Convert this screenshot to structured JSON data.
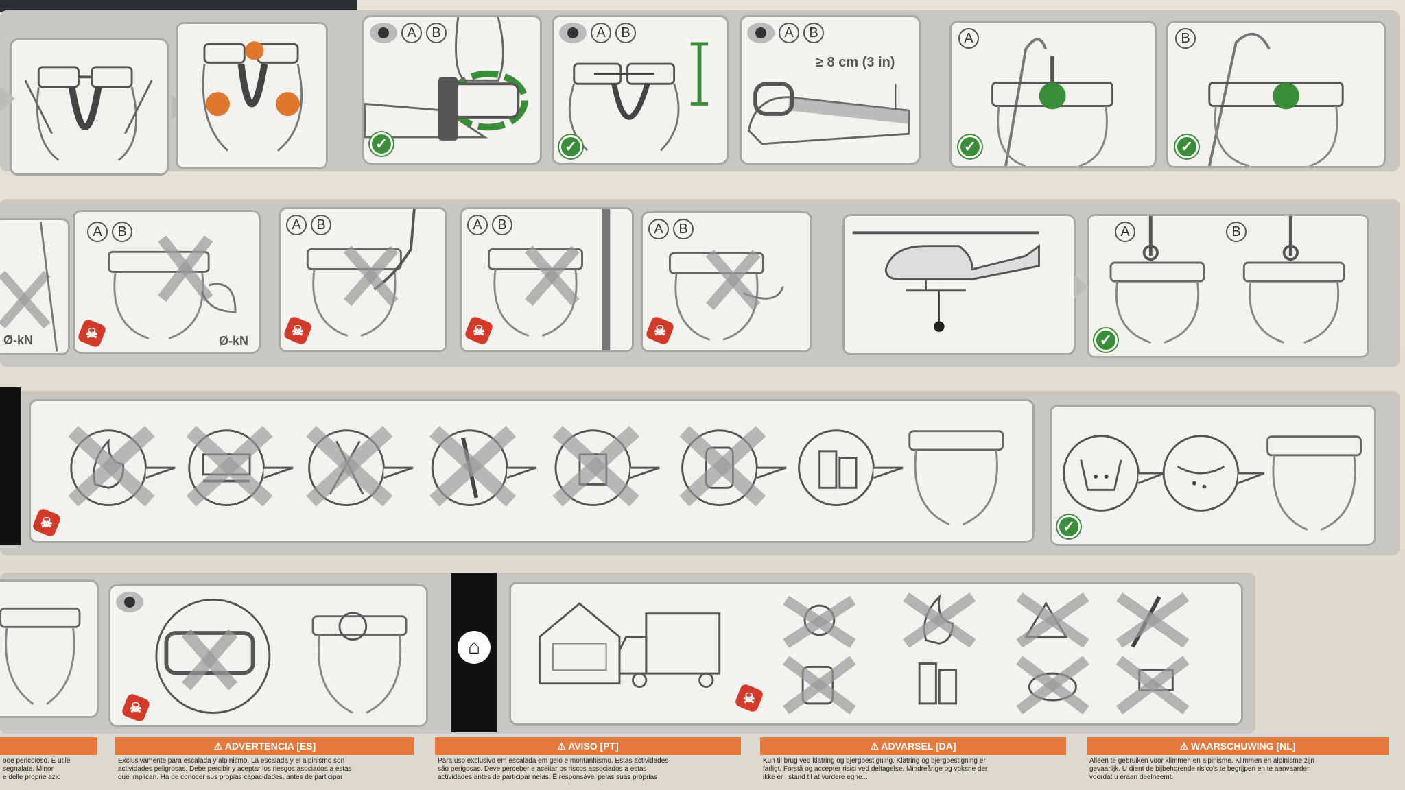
{
  "top_bar": {
    "label": ""
  },
  "row1": {
    "panels": [
      {
        "letters": []
      },
      {
        "letters": []
      },
      {
        "letters": [
          "A",
          "B"
        ],
        "eye": true,
        "ok": true
      },
      {
        "letters": [
          "A",
          "B"
        ],
        "eye": true,
        "ok": true
      },
      {
        "letters": [
          "A",
          "B"
        ],
        "eye": true,
        "label": "≥ 8 cm (3 in)"
      },
      {
        "letters": [
          "A"
        ],
        "ok": true
      },
      {
        "letters": [
          "B"
        ],
        "ok": true
      }
    ]
  },
  "row2": {
    "panels": [
      {
        "label": "Ø-kN"
      },
      {
        "letters": [
          "A",
          "B"
        ],
        "label": "Ø-kN"
      },
      {
        "letters": [
          "A",
          "B"
        ]
      },
      {
        "letters": [
          "A",
          "B"
        ]
      },
      {
        "letters": [
          "A",
          "B"
        ]
      },
      {
        "letters": []
      },
      {
        "letters": [
          "A",
          "B"
        ],
        "ok": true
      }
    ]
  },
  "row3": {
    "forbidden_icons": [
      "fire-icon",
      "sewing-machine-icon",
      "scissors-icon",
      "file-icon",
      "solvent-icon",
      "gas-can-icon",
      "chemical-bottles-icon"
    ],
    "allowed_icons": [
      "wash-basin-icon",
      "drying-icon"
    ]
  },
  "row4": {
    "storage_icons": [
      "house-icon",
      "vehicle-icon"
    ],
    "forbidden_icons": [
      "sun-icon",
      "heat-icon",
      "sharp-edge-icon",
      "knife-icon",
      "gas-can-icon",
      "chemicals-icon",
      "rodent-icon",
      "cutter-icon"
    ]
  },
  "warnings": [
    {
      "heading": "",
      "text": "ooe pericoloso. É utile\nsegnalate. Minor\ne delle proprie azio"
    },
    {
      "heading": "⚠ ADVERTENCIA [ES]",
      "text": "Exclusivamente para escalada y alpinismo. La escalada y el alpinismo son\nactividades peligrosas. Debe percibir y aceptar los riesgos asociados a estas\nque implican. Ha de conocer sus propias capacidades, antes de participar"
    },
    {
      "heading": "⚠ AVISO [PT]",
      "text": "Para uso exclusivo em escalada em gelo e montanhismo. Estas actividades\nsão perigosas. Deve perceber e aceitar os riscos associados a estas\nactividades antes de participar nelas. É responsável pelas suas próprias"
    },
    {
      "heading": "⚠ ADVARSEL [DA]",
      "text": "Kun til brug ved klatring og bjergbestigning. Klatring og bjergbestigning er\nfarligt. Forstå og accepter risici ved deltagelse. Mindreårige og voksne der\nikke er i stand til at vurdere egne..."
    },
    {
      "heading": "⚠ WAARSCHUWING [NL]",
      "text": "Alleen te gebruiken voor klimmen en alpinisme. Klimmen en alpinisme zijn\ngevaarlijk. U dient de bijbehorende risico's te begrijpen en te aanvaarden\nvoordat u eraan deelneemt."
    }
  ]
}
